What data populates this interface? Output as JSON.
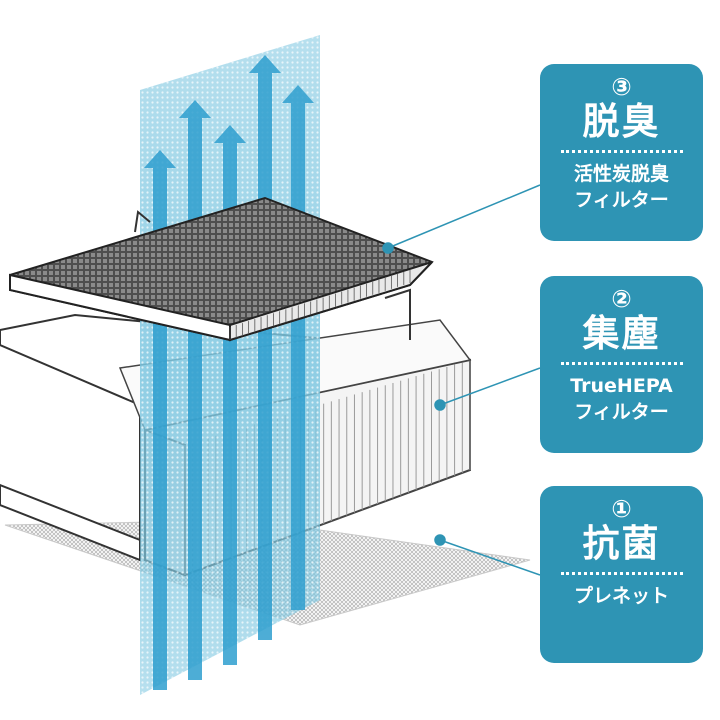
{
  "layers": [
    {
      "number": "③",
      "title": "脱臭",
      "subtitle_lines": [
        "活性炭脱臭",
        "フィルター"
      ],
      "icon": "carbon-filter-layer"
    },
    {
      "number": "②",
      "title": "集塵",
      "subtitle_lines": [
        "TrueHEPA",
        "フィルター"
      ],
      "icon": "hepa-filter-layer"
    },
    {
      "number": "①",
      "title": "抗菌",
      "subtitle_lines": [
        "プレネット"
      ],
      "icon": "pre-net-layer"
    }
  ],
  "colors": {
    "card_background": "#2e94b4",
    "card_text": "#ffffff",
    "airflow": "#7cc6e0",
    "carbon_filter": "#6f6f6f",
    "hepa_pleats": "#f4f4f4",
    "pre_net": "#c9c9c9",
    "leader_line": "#2e94b4"
  }
}
